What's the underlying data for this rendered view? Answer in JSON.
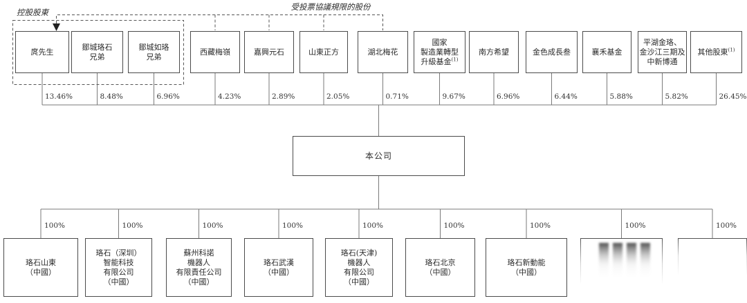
{
  "labels": {
    "controlling": "控股股東",
    "voting": "受投票協議規限的股份",
    "company": "本公司"
  },
  "shareholders": [
    {
      "lines": [
        "庹先生"
      ],
      "pct": "13.46%"
    },
    {
      "lines": [
        "鄒城珞石",
        "兄弟"
      ],
      "pct": "8.48%"
    },
    {
      "lines": [
        "鄒城如珞",
        "兄弟"
      ],
      "pct": "6.96%"
    },
    {
      "lines": [
        "西藏梅嶺"
      ],
      "pct": "4.23%"
    },
    {
      "lines": [
        "嘉興元石"
      ],
      "pct": "2.89%"
    },
    {
      "lines": [
        "山東正方"
      ],
      "pct": "2.05%"
    },
    {
      "lines": [
        "湖北梅花"
      ],
      "pct": "0.71%"
    },
    {
      "lines": [
        "國家",
        "製造業轉型",
        "升級基金(1)"
      ],
      "pct": "9.67%"
    },
    {
      "lines": [
        "南方希望"
      ],
      "pct": "6.96%"
    },
    {
      "lines": [
        "金色成長叁"
      ],
      "pct": "6.44%"
    },
    {
      "lines": [
        "襄禾基金"
      ],
      "pct": "5.88%"
    },
    {
      "lines": [
        "平湖金珞、",
        "金沙江三期及",
        "中新博通"
      ],
      "pct": "5.82%"
    },
    {
      "lines": [
        "其他股東(1)"
      ],
      "pct": "26.45%"
    }
  ],
  "subsidiaries": [
    {
      "lines": [
        "珞石山東",
        "（中國）"
      ],
      "pct": "100%"
    },
    {
      "lines": [
        "珞石（深圳）",
        "智能科技",
        "有限公司",
        "（中國）"
      ],
      "pct": "100%"
    },
    {
      "lines": [
        "蘇州科諾",
        "機器人",
        "有限責任公司",
        "（中國）"
      ],
      "pct": "100%"
    },
    {
      "lines": [
        "珞石武漢",
        "（中國）"
      ],
      "pct": "100%"
    },
    {
      "lines": [
        "珞石(天津)",
        "機器人",
        "有限公司",
        "（中國）"
      ],
      "pct": "100%"
    },
    {
      "lines": [
        "珞石北京",
        "（中國）"
      ],
      "pct": "100%"
    },
    {
      "lines": [
        "珞石新動能",
        "（中國）"
      ],
      "pct": "100%"
    },
    {
      "lines": [],
      "pct": "100%",
      "blurred": true
    },
    {
      "lines": [],
      "pct": "100%",
      "faded": true
    }
  ],
  "colors": {
    "background": "#ffffff",
    "box_border": "#4a4a4a",
    "solid_line": "#7a7a7a",
    "dashed_line": "#555555",
    "text": "#2b2b2b"
  }
}
